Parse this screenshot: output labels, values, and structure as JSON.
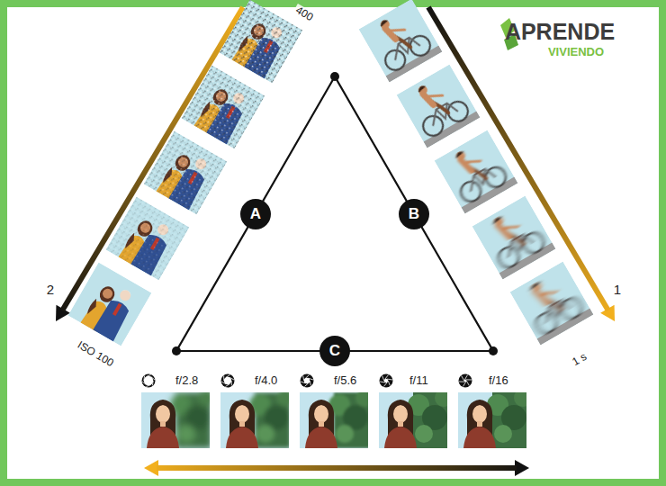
{
  "diagram": {
    "nodes": [
      {
        "text": [
          "A"
        ]
      },
      {
        "text": [
          "B"
        ]
      },
      {
        "text": [
          "C"
        ]
      }
    ],
    "labels": [
      "APRENDE",
      "VIVIENDO",
      "400",
      "2",
      "ISO 100",
      "1",
      "1 s",
      "f/2.8",
      "f/4.0",
      "f/5.6",
      "f/11",
      "f/16"
    ]
  }
}
